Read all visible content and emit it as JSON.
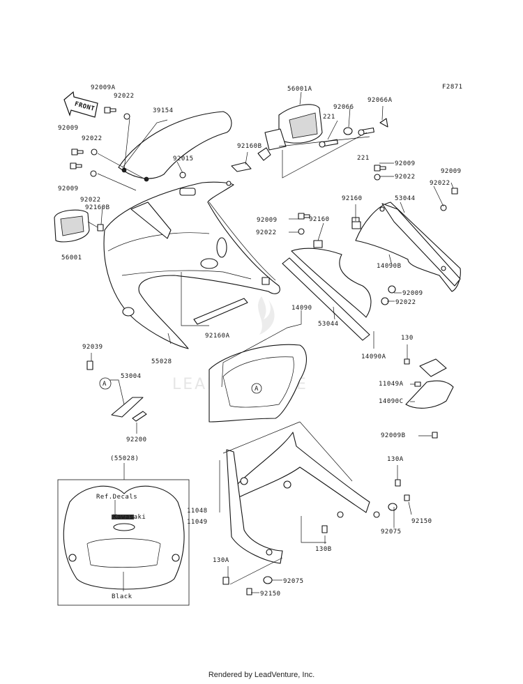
{
  "diagram_code": "F2871",
  "front_label": "FRONT",
  "watermark": "LEADVENTURE",
  "footer": "Rendered by LeadVenture, Inc.",
  "inset": {
    "ref": "(55028)",
    "decals_label": "Ref.Decals",
    "color_label": "Black",
    "badge": "Kawasaki"
  },
  "callout_letter": "A",
  "parts": {
    "p92009A": "92009A",
    "p92022_a": "92022",
    "p39154": "39154",
    "p92009_a": "92009",
    "p92022_b": "92022",
    "p92009_b": "92009",
    "p92022_c": "92022",
    "p92160B_a": "92160B",
    "p56001_l": "56001",
    "p92015": "92015",
    "p56001A": "56001A",
    "p92066": "92066",
    "p92066A": "92066A",
    "p221_a": "221",
    "p221_b": "221",
    "p92160B_b": "92160B",
    "p92009_c": "92009",
    "p92022_d": "92022",
    "p92009_d": "92009",
    "p92022_e": "92022",
    "p92160": "92160",
    "p53044_a": "53044",
    "p92009_e": "92009",
    "p92160_b": "92160",
    "p92022_f": "92022",
    "p14090B": "14090B",
    "p92009_f": "92009",
    "p92022_g": "92022",
    "p92160A": "92160A",
    "p14090": "14090",
    "p53044_b": "53044",
    "p14090A": "14090A",
    "p55028": "55028",
    "p92039": "92039",
    "p53004": "53004",
    "p92200": "92200",
    "p130": "130",
    "p11049A": "11049A",
    "p14090C": "14090C",
    "p92009B": "92009B",
    "p130A_a": "130A",
    "p11048": "11048",
    "p11049": "11049",
    "p92150_a": "92150",
    "p92075_a": "92075",
    "p130B": "130B",
    "p130A_b": "130A",
    "p92075_b": "92075",
    "p92150_b": "92150"
  }
}
